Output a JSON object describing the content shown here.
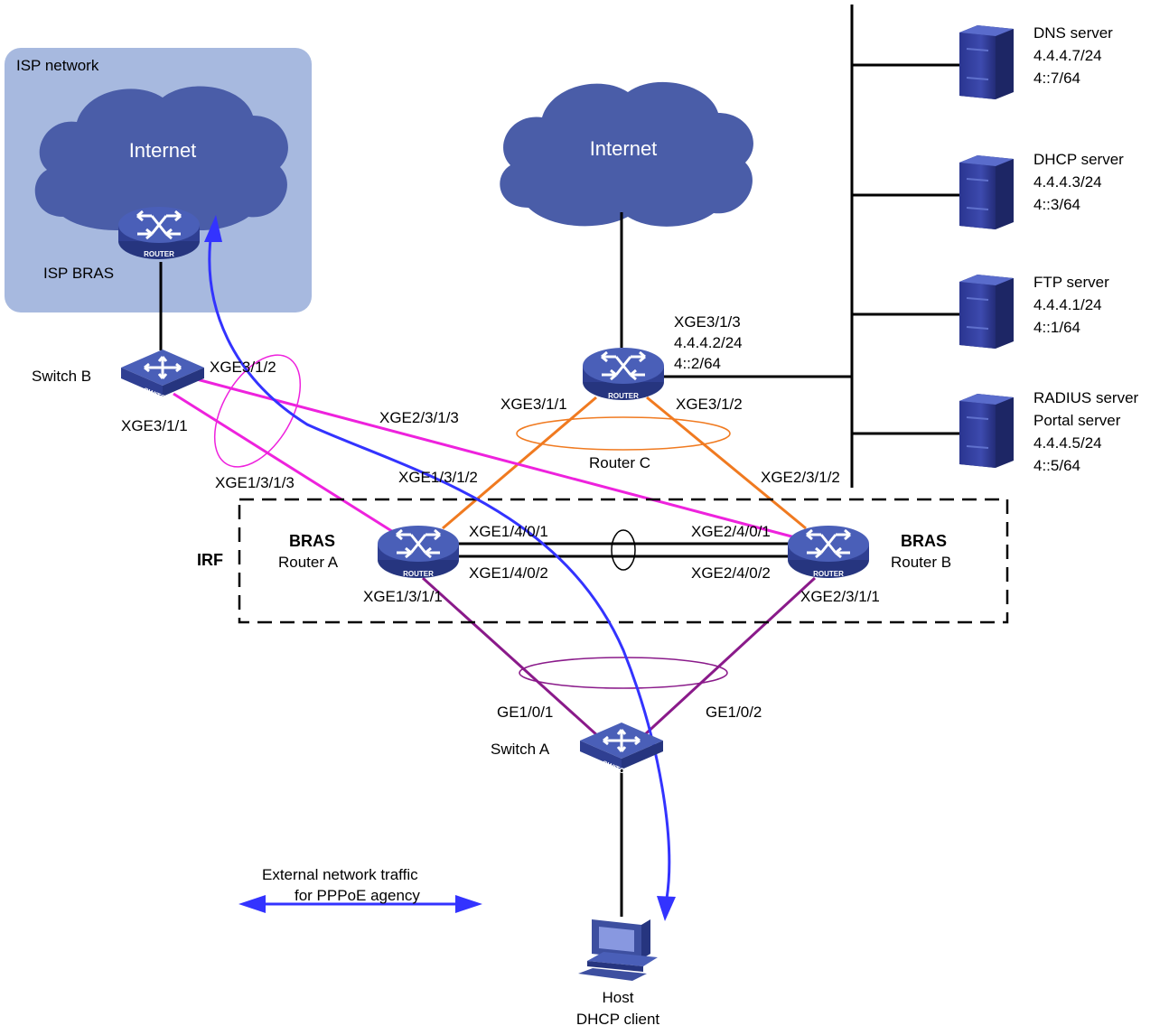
{
  "isp_region": {
    "title": "ISP network"
  },
  "clouds": {
    "left": "Internet",
    "center": "Internet"
  },
  "devices": {
    "isp_bras": "ISP BRAS",
    "switch_b": "Switch B",
    "switch_a": "Switch A",
    "router_c": "Router C",
    "router_a_role": "BRAS",
    "router_a": "Router A",
    "router_b_role": "BRAS",
    "router_b": "Router B",
    "irf": "IRF",
    "host": "Host",
    "host_role": "DHCP client",
    "router_badge": "ROUTER",
    "switch_badge": "SWITCH"
  },
  "servers": [
    {
      "lines": [
        "DNS server",
        "4.4.4.7/24",
        "4::7/64"
      ]
    },
    {
      "lines": [
        "DHCP server",
        "4.4.4.3/24",
        "4::3/64"
      ]
    },
    {
      "lines": [
        "FTP server",
        "4.4.4.1/24",
        "4::1/64"
      ]
    },
    {
      "lines": [
        "RADIUS server",
        "Portal server",
        "4.4.4.5/24",
        "4::5/64"
      ]
    }
  ],
  "ports": {
    "rc_uplink": [
      "XGE3/1/3",
      "4.4.4.2/24",
      "4::2/64"
    ],
    "rc_left": "XGE3/1/1",
    "rc_right": "XGE3/1/2",
    "swb_a": "XGE3/1/2",
    "swb_b": "XGE3/1/1",
    "rb_to_swb": "XGE2/3/1/3",
    "ra_to_swb": "XGE1/3/1/3",
    "ra_to_rc": "XGE1/3/1/2",
    "rb_to_rc": "XGE2/3/1/2",
    "ra_irf1": "XGE1/4/0/1",
    "ra_irf2": "XGE1/4/0/2",
    "rb_irf1": "XGE2/4/0/1",
    "rb_irf2": "XGE2/4/0/2",
    "ra_down": "XGE1/3/1/1",
    "rb_down": "XGE2/3/1/1",
    "swa_left": "GE1/0/1",
    "swa_right": "GE1/0/2"
  },
  "legend": {
    "line1": "External network traffic",
    "line2": "for PPPoE agency"
  },
  "colors": {
    "isp_region": "#a7b9df",
    "cloud": "#4a5da8",
    "device": "#3d4fa0",
    "orange_link": "#f07a20",
    "magenta_link": "#ee22dd",
    "purple_link": "#8a1a8a",
    "traffic": "#3333ff"
  }
}
